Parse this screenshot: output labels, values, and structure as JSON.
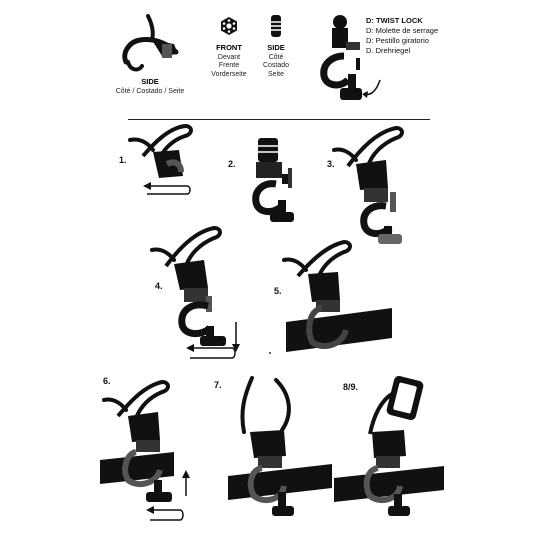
{
  "header": {
    "side": {
      "title": "SIDE",
      "subtitle": "Côté / Costado / Seite"
    },
    "front": {
      "title": "FRONT",
      "lines": [
        "Devant",
        "Frente",
        "Vorderseite"
      ]
    },
    "side2": {
      "title": "SIDE",
      "lines": [
        "Côté",
        "Costado",
        "Seite"
      ]
    },
    "twist": {
      "title": "D: TWIST LOCK",
      "lines": [
        "D: Molette de serrage",
        "D: Pestillo giratorio",
        "D. Drehriegel"
      ]
    }
  },
  "steps": [
    "1.",
    "2.",
    "3.",
    "4.",
    "5.",
    "6.",
    "7.",
    "8/9."
  ],
  "icons": [
    "clip-side-icon",
    "bolt-front-icon",
    "bolt-side-icon",
    "twist-lock-icon",
    "step-1-illustration",
    "step-2-illustration",
    "step-3-illustration",
    "step-4-illustration",
    "step-5-illustration",
    "step-6-illustration",
    "step-7-illustration",
    "step-8-9-illustration"
  ]
}
